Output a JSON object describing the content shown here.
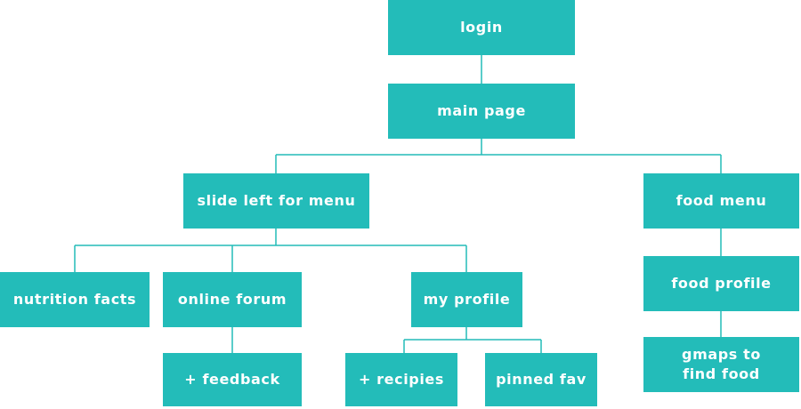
{
  "accent_color": "#23bcb9",
  "nodes": {
    "login": "login",
    "main_page": "main page",
    "slide_menu": "slide left for menu",
    "food_menu": "food menu",
    "nutrition_facts": "nutrition facts",
    "online_forum": "online forum",
    "my_profile": "my profile",
    "food_profile": "food profile",
    "feedback": "+ feedback",
    "recipies": "+ recipies",
    "pinned_fav": "pinned fav",
    "gmaps": "gmaps to\nfind food"
  }
}
